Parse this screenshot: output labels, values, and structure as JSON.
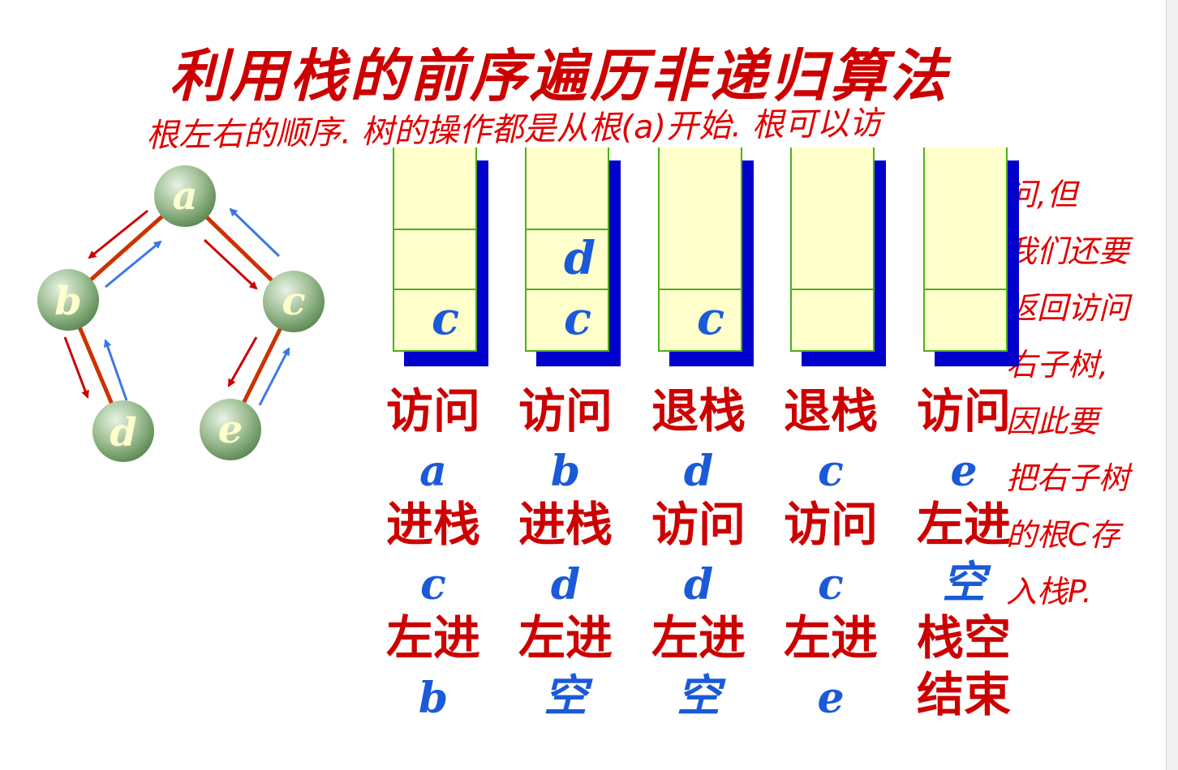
{
  "title": "利用栈的前序遍历非递归算法",
  "annotations": {
    "top_line": "根左右的顺序. 树的操作都是从根(a)开始. 根可以访",
    "side_lines": [
      "问,但",
      "我们还要",
      "返回访问",
      "右子树,",
      "因此要",
      "把右子树",
      "的根C存",
      "入栈P."
    ]
  },
  "tree": {
    "nodes": [
      {
        "id": "a",
        "label": "a"
      },
      {
        "id": "b",
        "label": "b"
      },
      {
        "id": "c",
        "label": "c"
      },
      {
        "id": "d",
        "label": "d"
      },
      {
        "id": "e",
        "label": "e"
      }
    ]
  },
  "stacks": [
    {
      "cells": [
        "",
        "",
        "c"
      ]
    },
    {
      "cells": [
        "",
        "d",
        "c"
      ]
    },
    {
      "cells": [
        "",
        "",
        "c"
      ]
    },
    {
      "cells": [
        "",
        "",
        ""
      ]
    },
    {
      "cells": [
        "",
        "",
        ""
      ]
    }
  ],
  "steps": [
    [
      {
        "op": "访问",
        "arg": "a"
      },
      {
        "op": "进栈",
        "arg": "c"
      },
      {
        "op": "左进",
        "arg": "b"
      }
    ],
    [
      {
        "op": "访问",
        "arg": "b"
      },
      {
        "op": "进栈",
        "arg": "d"
      },
      {
        "op": "左进",
        "arg": "空"
      }
    ],
    [
      {
        "op": "退栈",
        "arg": "d"
      },
      {
        "op": "访问",
        "arg": "d"
      },
      {
        "op": "左进",
        "arg": "空"
      }
    ],
    [
      {
        "op": "退栈",
        "arg": "c"
      },
      {
        "op": "访问",
        "arg": "c"
      },
      {
        "op": "左进",
        "arg": "e"
      }
    ],
    [
      {
        "op": "访问",
        "arg": "e"
      },
      {
        "op": "左进",
        "arg": "空"
      },
      {
        "op": "栈空",
        "arg": "结束"
      }
    ]
  ],
  "colors": {
    "title": "#cc0000",
    "op": "#cc0000",
    "arg": "#1a5ad8",
    "stack_fill": "#ffffcc",
    "stack_border": "#4caf1e",
    "stack_shadow": "#0000cc",
    "edge": "#cc3300",
    "arrow_down": "#cc0000",
    "arrow_up": "#3a78e8"
  }
}
